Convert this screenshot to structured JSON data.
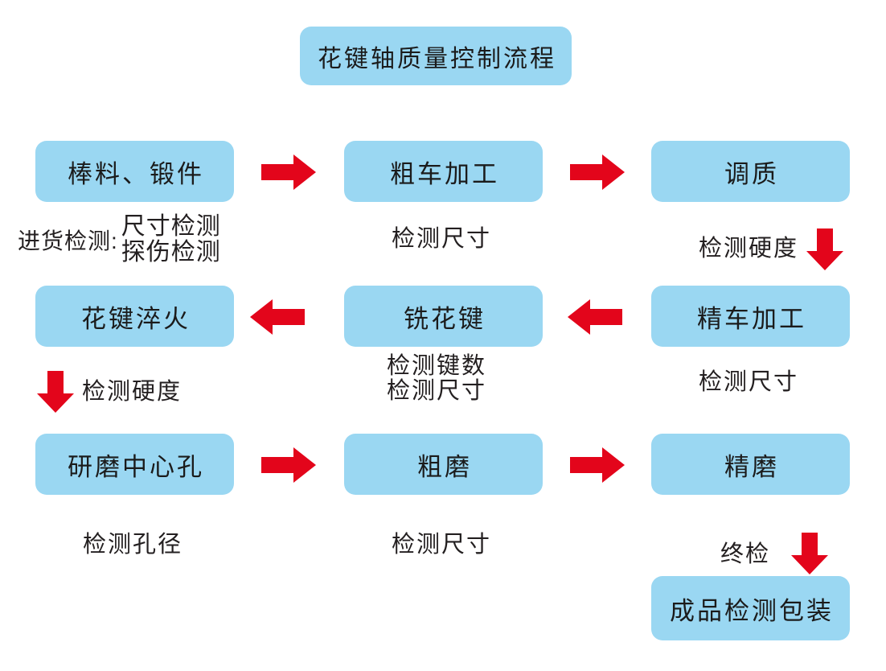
{
  "diagram": {
    "title": "花键轴质量控制流程",
    "background_color": "#ffffff",
    "node_color": "#9ad7f2",
    "arrow_color": "#e3051b",
    "text_color": "#231f20",
    "nodes": [
      {
        "id": "n1",
        "label": "棒料、锻件"
      },
      {
        "id": "n2",
        "label": "粗车加工"
      },
      {
        "id": "n3",
        "label": "调质"
      },
      {
        "id": "n4",
        "label": "花键淬火"
      },
      {
        "id": "n5",
        "label": "铣花键"
      },
      {
        "id": "n6",
        "label": "精车加工"
      },
      {
        "id": "n7",
        "label": "研磨中心孔"
      },
      {
        "id": "n8",
        "label": "粗磨"
      },
      {
        "id": "n9",
        "label": "精磨"
      },
      {
        "id": "n10",
        "label": "成品检测包装"
      }
    ],
    "captions": {
      "incoming_lead": "进货检测:",
      "incoming_line1": "尺寸检测",
      "incoming_line2": "探伤检测",
      "rough_turning": "检测尺寸",
      "quench_temper": "检测硬度",
      "spline_quench": "检测硬度",
      "mill_spline_line1": "检测键数",
      "mill_spline_line2": "检测尺寸",
      "fine_turning": "检测尺寸",
      "center_hole": "检测孔径",
      "rough_grind": "检测尺寸",
      "final_inspect": "终检"
    },
    "arrows": [
      {
        "id": "a1",
        "direction": "right",
        "name": "arrow-n1-to-n2"
      },
      {
        "id": "a2",
        "direction": "right",
        "name": "arrow-n2-to-n3"
      },
      {
        "id": "a3",
        "direction": "down",
        "name": "arrow-n3-to-n6"
      },
      {
        "id": "a4",
        "direction": "left",
        "name": "arrow-n6-to-n5"
      },
      {
        "id": "a5",
        "direction": "left",
        "name": "arrow-n5-to-n4"
      },
      {
        "id": "a6",
        "direction": "down",
        "name": "arrow-n4-to-n7"
      },
      {
        "id": "a7",
        "direction": "right",
        "name": "arrow-n7-to-n8"
      },
      {
        "id": "a8",
        "direction": "right",
        "name": "arrow-n8-to-n9"
      },
      {
        "id": "a9",
        "direction": "down",
        "name": "arrow-n9-to-n10"
      }
    ]
  }
}
